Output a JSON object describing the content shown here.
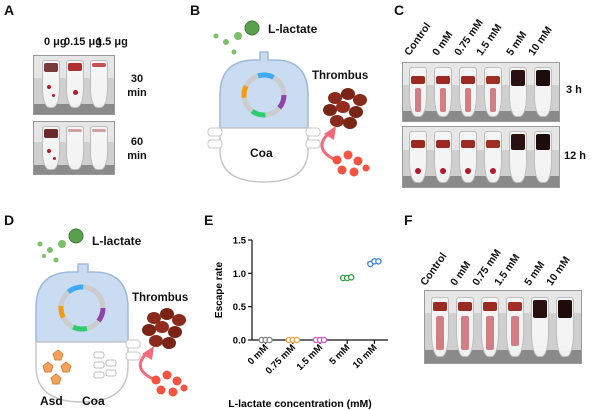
{
  "panels": {
    "A": {
      "letter": "A",
      "columns": [
        "0 μg",
        "0.15 μg",
        "1.5 μg"
      ],
      "rows": [
        "30 min",
        "60 min"
      ]
    },
    "B": {
      "letter": "B",
      "signal": "L-lactate",
      "product": "Thrombus",
      "module": "Coa"
    },
    "C": {
      "letter": "C",
      "columns": [
        "Control",
        "0 mM",
        "0.75 mM",
        "1.5 mM",
        "5 mM",
        "10 mM"
      ],
      "rows": [
        "3 h",
        "12 h"
      ]
    },
    "D": {
      "letter": "D",
      "signal": "L-lactate",
      "product": "Thrombus",
      "modules": [
        "Asd",
        "Coa"
      ]
    },
    "E": {
      "letter": "E"
    },
    "F": {
      "letter": "F",
      "columns": [
        "Control",
        "0 mM",
        "0.75 mM",
        "1.5 mM",
        "5 mM",
        "10 mM"
      ]
    }
  },
  "colors": {
    "cell_fill": "#c9dcf1",
    "signal_green": "#5aa04e",
    "thrombus_red": "#8a2a1c",
    "arrow_pink": "#f26a7c",
    "asd_orange": "#f3a25d"
  },
  "chart_data": {
    "type": "scatter",
    "title": "",
    "xlabel": "L-lactate concentration (mM)",
    "ylabel": "Escape rate",
    "categories": [
      "0 mM",
      "0.75 mM",
      "1.5 mM",
      "5 mM",
      "10 mM"
    ],
    "ylim": [
      0,
      1.5
    ],
    "yticks": [
      "0.0",
      "0.5",
      "1.0",
      "1.5"
    ],
    "grid": false,
    "series": [
      {
        "category": "0 mM",
        "color": "#7f7f7f",
        "values": [
          0,
          0,
          0
        ]
      },
      {
        "category": "0.75 mM",
        "color": "#f0a040",
        "values": [
          0,
          0,
          0
        ]
      },
      {
        "category": "1.5 mM",
        "color": "#d24fd0",
        "values": [
          0,
          0,
          0
        ]
      },
      {
        "category": "5 mM",
        "color": "#2f9a3a",
        "values": [
          0.93,
          0.93,
          0.94
        ]
      },
      {
        "category": "10 mM",
        "color": "#3a7fd0",
        "values": [
          1.14,
          1.18,
          1.18
        ]
      }
    ]
  }
}
